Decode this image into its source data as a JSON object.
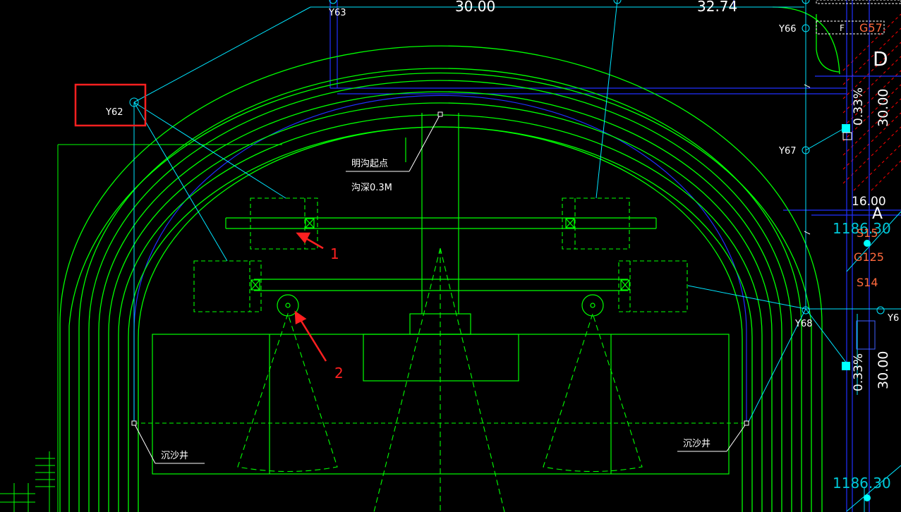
{
  "drawing": {
    "node_labels": {
      "y62": "Y62",
      "y63": "Y63",
      "y66": "Y66",
      "y67": "Y67",
      "y68": "Y68",
      "y6x": "Y6"
    },
    "annotations": {
      "ditch_start": "明沟起点",
      "ditch_depth": "沟深0.3M",
      "sand_well_left": "沉沙井",
      "sand_well_right": "沉沙井"
    },
    "dimensions": {
      "top_a": "30.00",
      "top_b": "32.74",
      "right_vertical_a": "30.00",
      "right_vertical_b": "30.00",
      "right_horizontal": "16.00"
    },
    "elevations": {
      "upper": "1186.30",
      "lower": "1186.30"
    },
    "slopes": {
      "upper": "0.33%",
      "lower": "0.33%"
    },
    "pipe_tags": {
      "s15": "S15",
      "g125": "G125",
      "s14": "S14"
    },
    "legend_box": {
      "code": "F",
      "value": "G57"
    },
    "section_letters": {
      "d": "D",
      "a": "A"
    },
    "callouts": {
      "c1": "1",
      "c2": "2"
    },
    "colors": {
      "background": "#000000",
      "green": "#00ff00",
      "cyan": "#00ffff",
      "blue": "#0000ff",
      "red": "#ff0000",
      "white": "#ffffff",
      "orange": "#ff6a3d"
    }
  }
}
